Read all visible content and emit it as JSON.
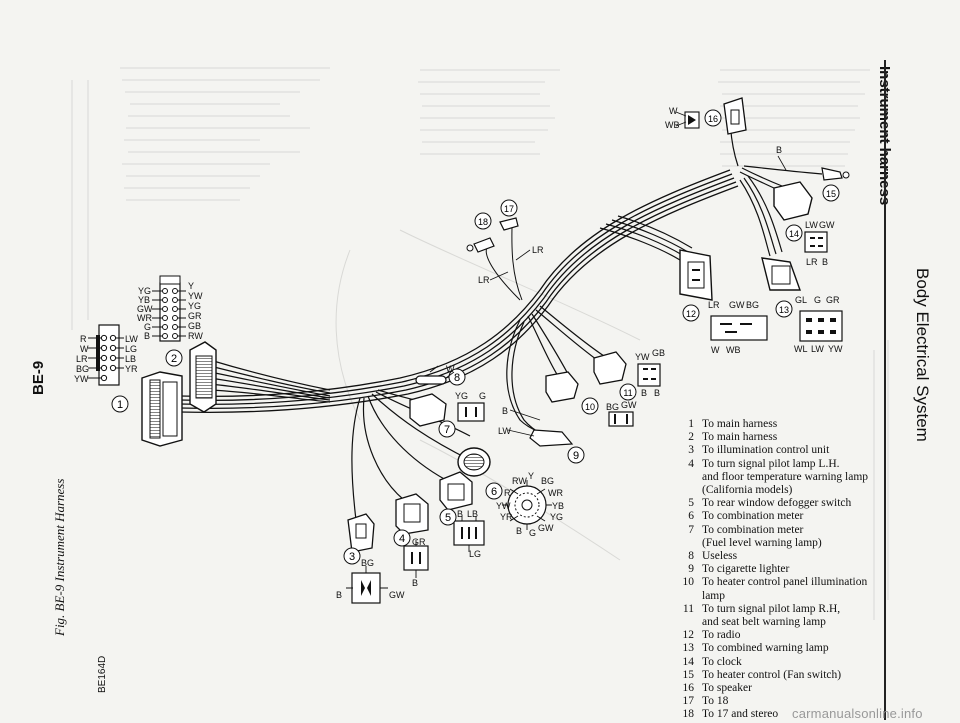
{
  "header": {
    "section_title": "Instrument harness",
    "section_subtitle": "Body Electrical System",
    "page_number": "BE-9"
  },
  "figure": {
    "caption": "Fig. BE-9 Instrument Harness",
    "code": "BE164D"
  },
  "connectors": {
    "c1": {
      "num": "1"
    },
    "c2": {
      "num": "2"
    },
    "c3": {
      "num": "3"
    },
    "c4": {
      "num": "4"
    },
    "c5": {
      "num": "5"
    },
    "c6": {
      "num": "6"
    },
    "c7": {
      "num": "7"
    },
    "c8": {
      "num": "8"
    },
    "c9": {
      "num": "9"
    },
    "c10": {
      "num": "10"
    },
    "c11": {
      "num": "11"
    },
    "c12": {
      "num": "12"
    },
    "c13": {
      "num": "13"
    },
    "c14": {
      "num": "14"
    },
    "c15": {
      "num": "15"
    },
    "c16": {
      "num": "16"
    },
    "c17": {
      "num": "17"
    },
    "c18": {
      "num": "18"
    }
  },
  "wires": {
    "c1": [
      "R",
      "W",
      "LR",
      "BG",
      "YW",
      "LW",
      "LG",
      "LB",
      "YR"
    ],
    "c2": [
      "YG",
      "YB",
      "GW",
      "WR",
      "G",
      "B",
      "Y",
      "YW",
      "YG",
      "GR",
      "GB",
      "RW"
    ],
    "c3": [
      "BG",
      "B",
      "GW"
    ],
    "c4": [
      "GR",
      "B"
    ],
    "c5": [
      "B",
      "LB",
      "LG"
    ],
    "c6": [
      "RW",
      "Y",
      "BG",
      "R",
      "WR",
      "YW",
      "YB",
      "YR",
      "YG",
      "B",
      "G",
      "GW"
    ],
    "c7": [
      "YG",
      "G"
    ],
    "c8": [
      "W"
    ],
    "c9": [
      "B",
      "LW"
    ],
    "c10": [
      "BG",
      "GW"
    ],
    "c11": [
      "YW",
      "GB",
      "B",
      "B"
    ],
    "c12": [
      "LR",
      "GW",
      "BG",
      "W",
      "WB"
    ],
    "c13": [
      "GL",
      "G",
      "GR",
      "WL",
      "LW",
      "YW"
    ],
    "c14": [
      "LW",
      "GW",
      "LR",
      "B"
    ],
    "c15": [
      "B"
    ],
    "c16": [
      "W",
      "WB"
    ],
    "c17_18": [
      "LR",
      "LR"
    ]
  },
  "legend": [
    {
      "num": "1",
      "text": "To main harness"
    },
    {
      "num": "2",
      "text": "To main harness"
    },
    {
      "num": "3",
      "text": "To illumination control unit"
    },
    {
      "num": "4",
      "text": "To turn signal pilot lamp L.H.\nand floor temperature warning lamp\n(California models)"
    },
    {
      "num": "5",
      "text": "To rear window defogger switch"
    },
    {
      "num": "6",
      "text": "To combination meter"
    },
    {
      "num": "7",
      "text": "To combination meter\n(Fuel level warning lamp)"
    },
    {
      "num": "8",
      "text": "Useless"
    },
    {
      "num": "9",
      "text": "To cigarette lighter"
    },
    {
      "num": "10",
      "text": "To heater control panel illumination\nlamp"
    },
    {
      "num": "11",
      "text": "To turn signal pilot lamp R.H,\nand seat belt warning lamp"
    },
    {
      "num": "12",
      "text": "To radio"
    },
    {
      "num": "13",
      "text": "To combined warning lamp"
    },
    {
      "num": "14",
      "text": "To clock"
    },
    {
      "num": "15",
      "text": "To heater control (Fan switch)"
    },
    {
      "num": "16",
      "text": "To speaker"
    },
    {
      "num": "17",
      "text": "To 18"
    },
    {
      "num": "18",
      "text": "To 17 and stereo"
    }
  ],
  "watermark": "carmanualsonline.info"
}
